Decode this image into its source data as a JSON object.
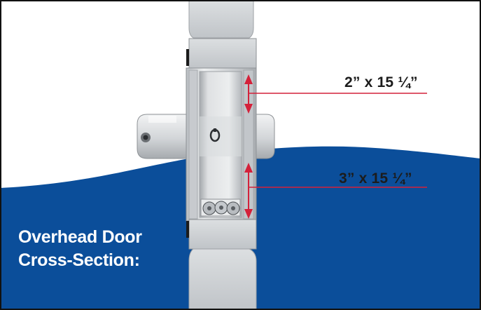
{
  "diagram": {
    "caption_line1": "Overhead Door",
    "caption_line2": "Cross-Section:",
    "dimension_top": "2” x 15 ¼”",
    "dimension_bottom": "3” x 15 ¼”"
  },
  "colors": {
    "background": "#ffffff",
    "blue_region": "#0b4e9a",
    "frame_border": "#111111",
    "door_gray": "#c9cccf",
    "door_gray_light": "#e6e8ea",
    "door_gray_dark": "#8e9296",
    "dimension_red": "#d4213a",
    "label_text": "#1c1c1c",
    "caption_text": "#ffffff"
  },
  "icons": {
    "arrow": "double-headed-arrow",
    "rollers": "roller-bearing-icon",
    "hinge_pin": "hinge-pin-icon"
  }
}
